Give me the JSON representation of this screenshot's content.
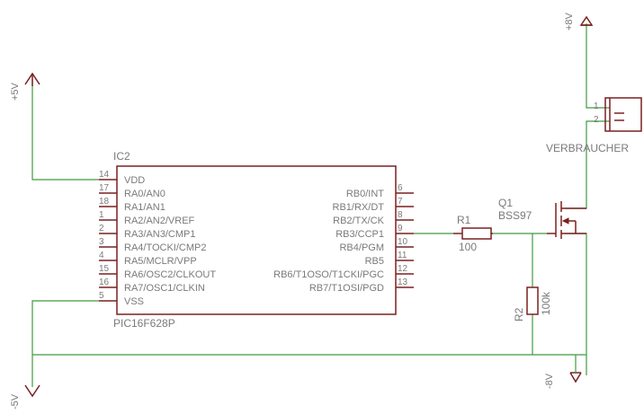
{
  "ic": {
    "name": "IC2",
    "value": "PIC16F628P",
    "left_pins": [
      {
        "num": "14",
        "label": "VDD"
      },
      {
        "num": "17",
        "label": "RA0/AN0"
      },
      {
        "num": "18",
        "label": "RA1/AN1"
      },
      {
        "num": "1",
        "label": "RA2/AN2/VREF"
      },
      {
        "num": "2",
        "label": "RA3/AN3/CMP1"
      },
      {
        "num": "3",
        "label": "RA4/TOCKI/CMP2"
      },
      {
        "num": "4",
        "label": "RA5/MCLR/VPP"
      },
      {
        "num": "15",
        "label": "RA6/OSC2/CLKOUT"
      },
      {
        "num": "16",
        "label": "RA7/OSC1/CLKIN"
      },
      {
        "num": "5",
        "label": "VSS"
      }
    ],
    "right_pins": [
      {
        "num": "6",
        "label": "RB0/INT"
      },
      {
        "num": "7",
        "label": "RB1/RX/DT"
      },
      {
        "num": "8",
        "label": "RB2/TX/CK"
      },
      {
        "num": "9",
        "label": "RB3/CCP1"
      },
      {
        "num": "10",
        "label": "RB4/PGM"
      },
      {
        "num": "11",
        "label": "RB5"
      },
      {
        "num": "12",
        "label": "RB6/T1OSO/T1CKI/PGC"
      },
      {
        "num": "13",
        "label": "RB7/T1OSI/PGD"
      }
    ]
  },
  "r1": {
    "name": "R1",
    "value": "100"
  },
  "r2": {
    "name": "R2",
    "value": "100k"
  },
  "q1": {
    "name": "Q1",
    "value": "BSS97"
  },
  "load": {
    "name": "VERBRAUCHER",
    "pin1": "1",
    "pin2": "2"
  },
  "supplies": {
    "plus5": "+5V",
    "minus5": "-5V",
    "plus8": "+8V",
    "minus8": "-8V"
  },
  "colors": {
    "wire": "#3f9b3f",
    "part": "#7a2020",
    "text": "#7a7a7a"
  }
}
